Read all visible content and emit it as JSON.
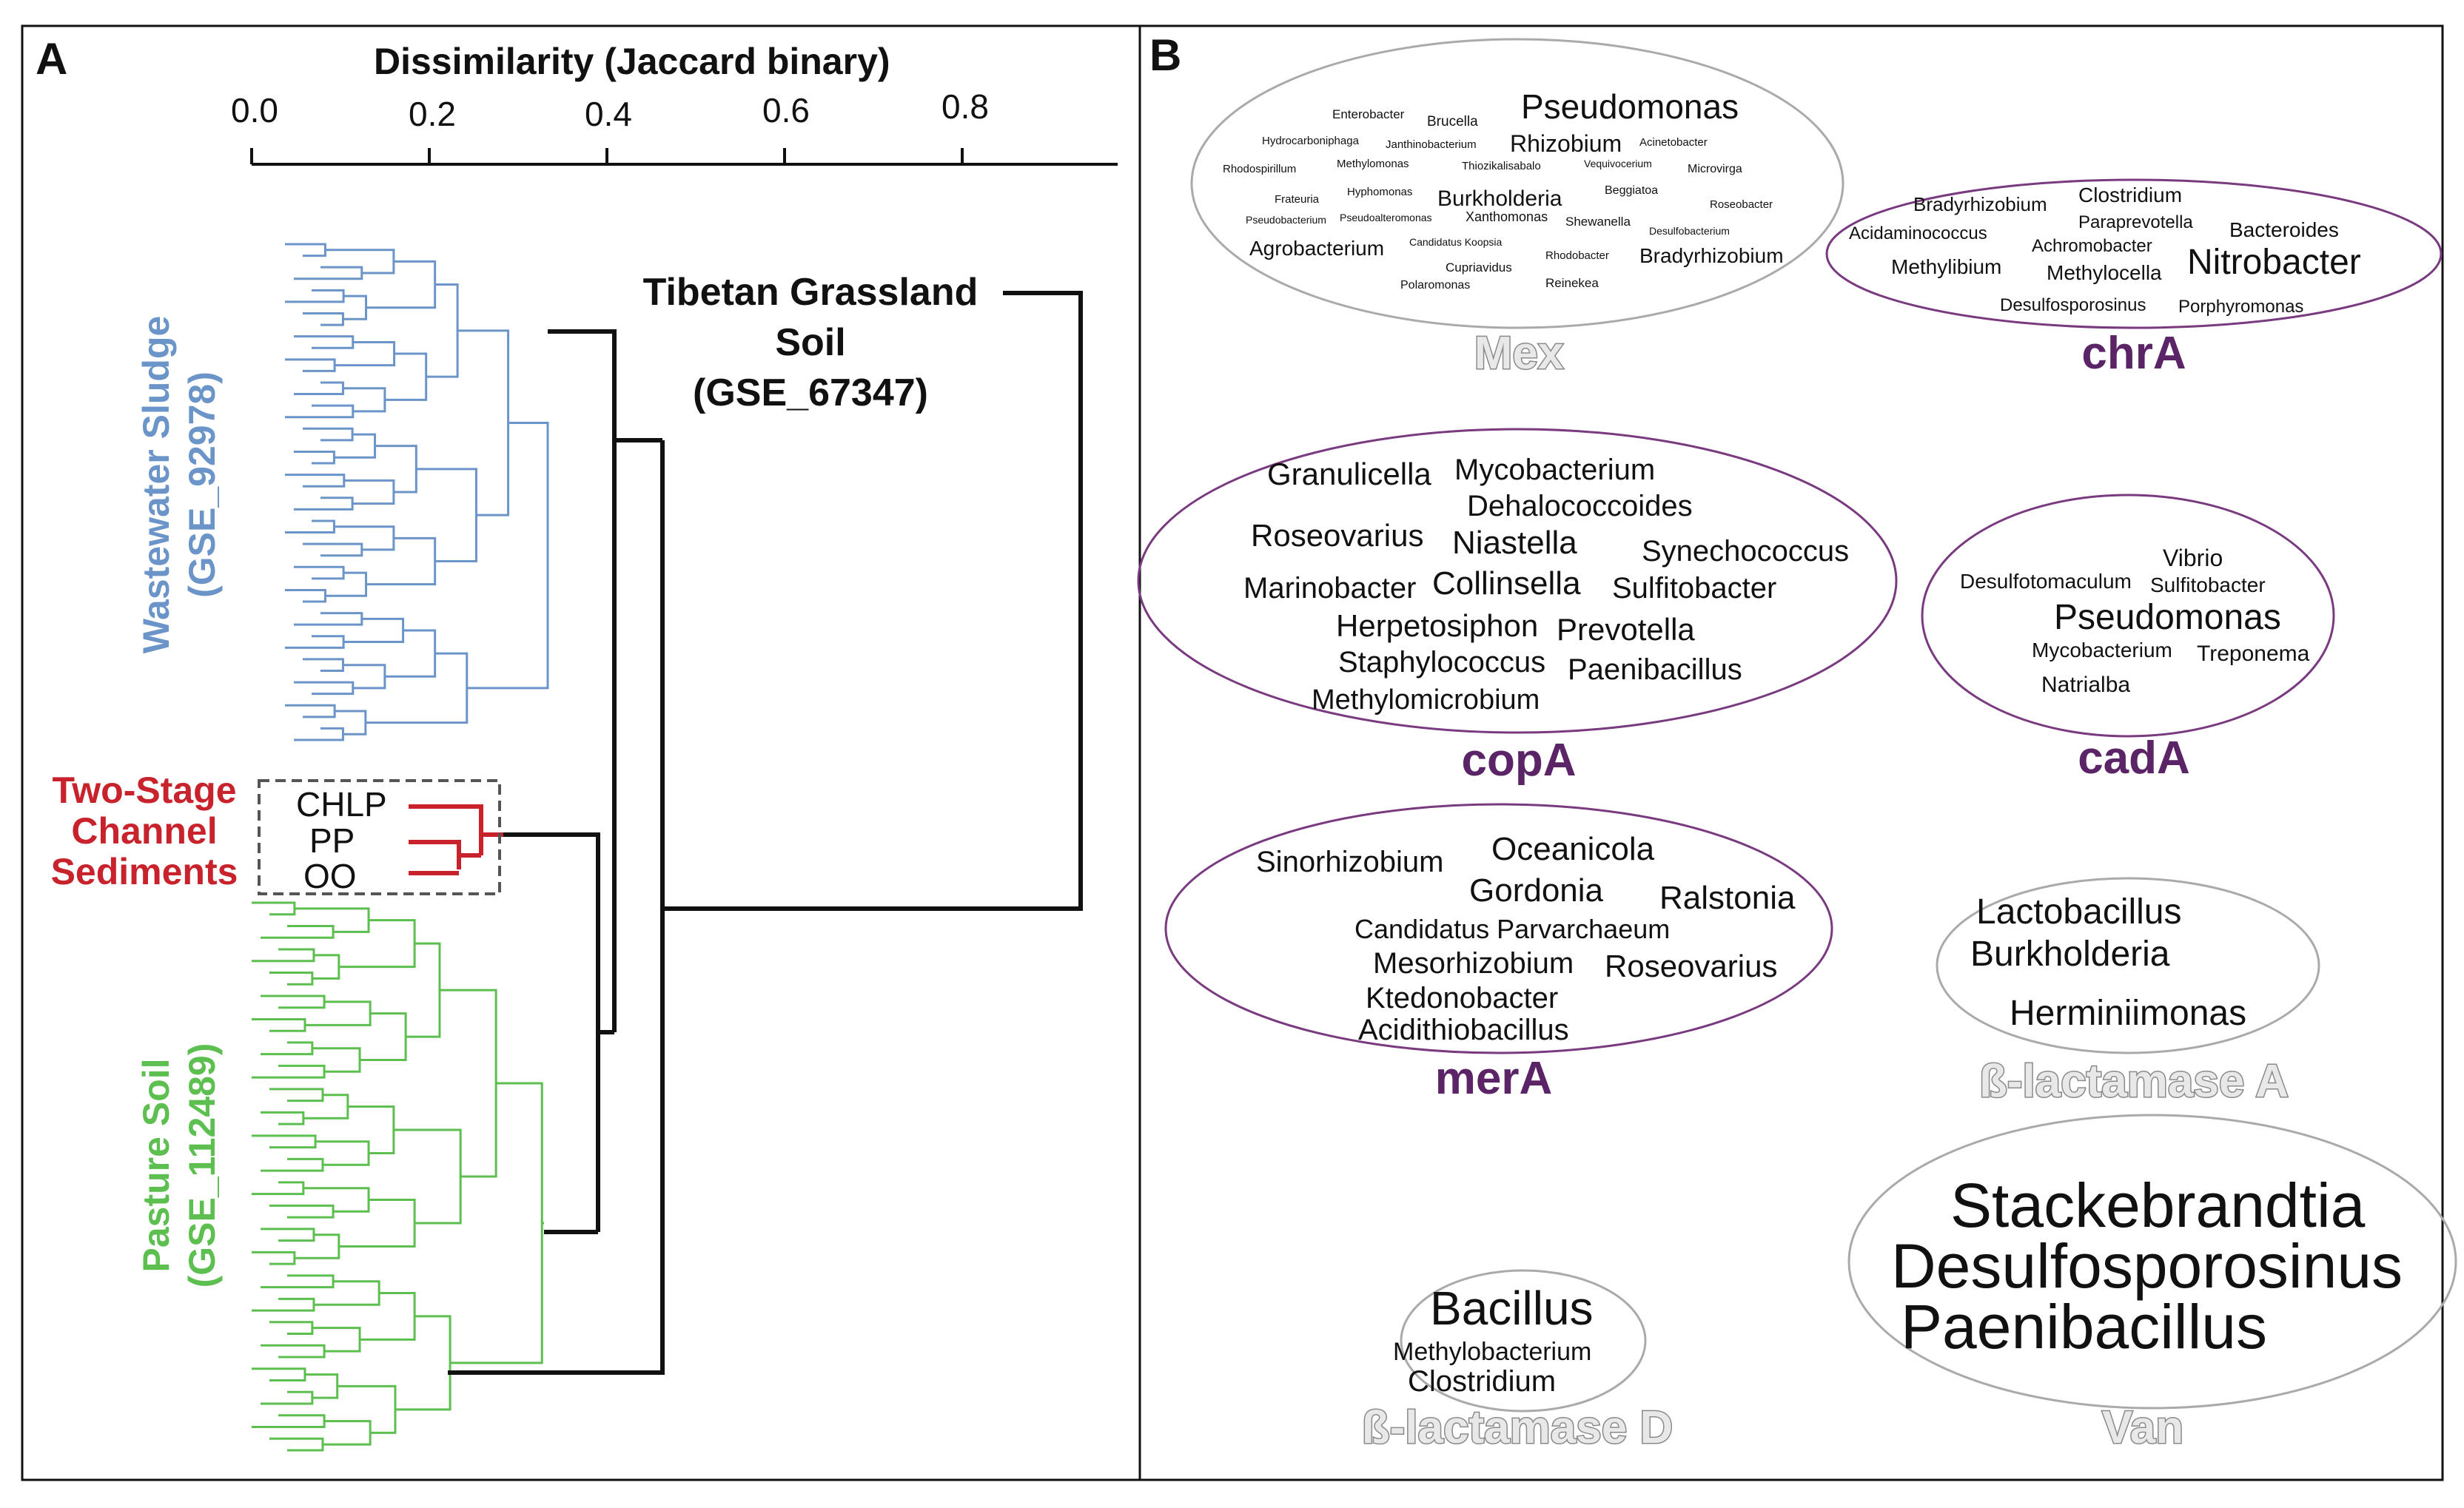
{
  "colors": {
    "blue": "#6b95c8",
    "red": "#c8232c",
    "green": "#5cbf4f",
    "purple": "#5b2466",
    "black": "#111111",
    "gray_title": "#8a8a8a",
    "ellipse_purple": "#7a3a80",
    "ellipse_gray": "#aaaaaa"
  },
  "panel_a": {
    "letter": "A",
    "axis_title": "Dissimilarity (Jaccard binary)",
    "ticks": [
      "0.0",
      "0.2",
      "0.4",
      "0.6",
      "0.8"
    ],
    "groups": {
      "wastewater": [
        "Wastewater Sludge",
        "(GSE_92978)"
      ],
      "two_stage": [
        "Two-Stage",
        "Channel",
        "Sediments"
      ],
      "pasture": [
        "Pasture Soil",
        "(GSE_112489)"
      ]
    },
    "samples": [
      "CHLP",
      "PP",
      "OO"
    ],
    "tibetan": [
      "Tibetan Grassland",
      "Soil",
      "(GSE_67347)"
    ]
  },
  "panel_b": {
    "letter": "B",
    "clouds": [
      {
        "gene": "Mex",
        "style": "gray",
        "words": [
          "Pseudomonas",
          "Rhizobium",
          "Burkholderia",
          "Bradyrhizobium",
          "Agrobacterium",
          "Enterobacter",
          "Brucella",
          "Hydrocarboniphaga",
          "Janthinobacterium",
          "Acinetobacter",
          "Rhodospirillum",
          "Methylomonas",
          "Thiozikalisabalo",
          "Vequivocerium",
          "Microvirga",
          "Frateuria",
          "Hyphomonas",
          "Beggiatoa",
          "Roseobacter",
          "Pseudobacterium",
          "Pseudoalteromonas",
          "Xanthomonas",
          "Shewanella",
          "Desulfobacterium",
          "Candidatus Koopsia",
          "Rhodobacter",
          "Cupriavidus",
          "Polaromonas",
          "Reinekea"
        ]
      },
      {
        "gene": "chrA",
        "style": "purple",
        "words": [
          "Bradyrhizobium",
          "Clostridium",
          "Paraprevotella",
          "Bacteroides",
          "Acidaminococcus",
          "Achromobacter",
          "Nitrobacter",
          "Methylibium",
          "Methylocella",
          "Desulfosporosinus",
          "Porphyromonas"
        ]
      },
      {
        "gene": "copA",
        "style": "purple",
        "words": [
          "Granulicella",
          "Mycobacterium",
          "Dehalococcoides",
          "Roseovarius",
          "Niastella",
          "Synechococcus",
          "Marinobacter",
          "Collinsella",
          "Sulfitobacter",
          "Herpetosiphon",
          "Prevotella",
          "Staphylococcus",
          "Paenibacillus",
          "Methylomicrobium"
        ]
      },
      {
        "gene": "cadA",
        "style": "purple",
        "words": [
          "Vibrio",
          "Desulfotomaculum",
          "Sulfitobacter",
          "Pseudomonas",
          "Mycobacterium",
          "Treponema",
          "Natrialba"
        ]
      },
      {
        "gene": "merA",
        "style": "purple",
        "words": [
          "Oceanicola",
          "Sinorhizobium",
          "Gordonia",
          "Ralstonia",
          "Candidatus Parvarchaeum",
          "Mesorhizobium",
          "Roseovarius",
          "Ktedonobacter",
          "Acidithiobacillus"
        ]
      },
      {
        "gene": "ß-lactamase A",
        "style": "gray",
        "words": [
          "Lactobacillus",
          "Burkholderia",
          "Herminiimonas"
        ]
      },
      {
        "gene": "ß-lactamase D",
        "style": "gray",
        "words": [
          "Bacillus",
          "Methylobacterium",
          "Clostridium"
        ]
      },
      {
        "gene": "Van",
        "style": "gray",
        "words": [
          "Stackebrandtia",
          "Desulfosporosinus",
          "Paenibacillus"
        ]
      }
    ]
  }
}
